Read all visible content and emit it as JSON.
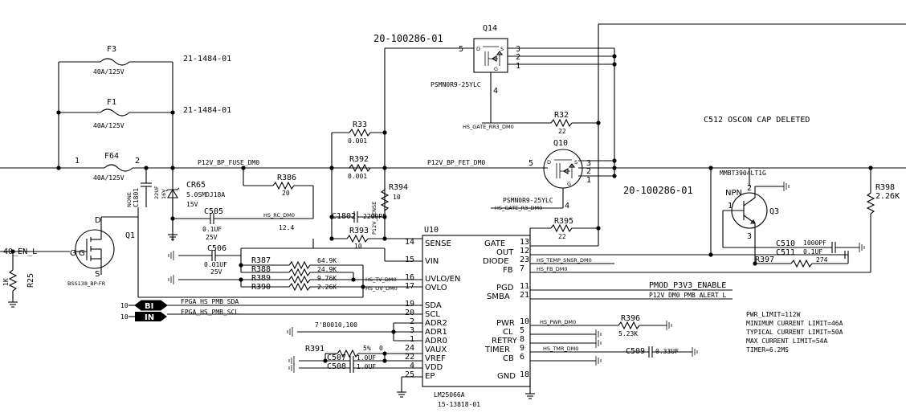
{
  "fuses": {
    "F3": {
      "ref": "F3",
      "rating": "40A/125V",
      "part": "21-1484-01"
    },
    "F1": {
      "ref": "F1",
      "rating": "40A/125V",
      "part": "21-1484-01"
    },
    "F64": {
      "ref": "F64",
      "rating": "40A/125V",
      "pin1": "1",
      "pin2": "2"
    }
  },
  "nets": {
    "fuse": "P12V_BP_FUSE_DM0",
    "fet": "P12V_BP_FET_DM0",
    "rr3_gate": "HS_GATE_RR3_DM0",
    "r3_gate": "HS_GATE_R3_DM0",
    "rc": "HS_RC_DM0",
    "sense": "P12V_SENSE",
    "en": "40_EN_L",
    "sda": "FPGA_HS_PMB_SDA",
    "scl": "FPGA_HS_PMB_SCL",
    "tv": "HS_TV_DM0",
    "ov": "HS_OV_DM0",
    "temp": "HS_TEMP_SNSR_DM0",
    "fb": "HS_FB_DM0",
    "pgd": "PMOD_P3V3_ENABLE",
    "smba": "P12V_DM0_PMB_ALERT_L",
    "pwr": "HS_PWR_DM0",
    "tmr": "HS_TMR_DM0",
    "addr": "7'B0010,100",
    "sda_num": "10",
    "scl_num": "10"
  },
  "q14": {
    "ref": "Q14",
    "part": "20-100286-01",
    "model": "PSMN0R9-25YLC",
    "p5": "5",
    "p4": "4",
    "p3": "3",
    "p2": "2",
    "p1": "1",
    "d": "D",
    "s": "S",
    "g": "G"
  },
  "q10": {
    "ref": "Q10",
    "part": "20-100286-01",
    "model": "PSMN0R9-25YLC",
    "p5": "5",
    "p4": "4",
    "p3": "3",
    "p2": "2",
    "p1": "1",
    "d": "D",
    "s": "S",
    "g": "G"
  },
  "q1": {
    "ref": "Q1",
    "model": "BSS138_BP-FR",
    "d": "D",
    "g": "G",
    "s": "S",
    "g2": "G"
  },
  "q3": {
    "ref": "Q3",
    "type": "NPN",
    "model": "MMBT3904LT1G",
    "p1": "1",
    "p2": "2",
    "p3": "3"
  },
  "parts": {
    "r33": {
      "ref": "R33",
      "val": "0.001"
    },
    "r392": {
      "ref": "R392",
      "val": "0.001"
    },
    "r386": {
      "ref": "R386",
      "val": "20"
    },
    "r394": {
      "ref": "R394",
      "val": "10"
    },
    "r393": {
      "ref": "R393",
      "val": "10"
    },
    "r32": {
      "ref": "R32",
      "val": "22"
    },
    "r395": {
      "ref": "R395",
      "val": "22"
    },
    "r387": {
      "ref": "R387",
      "val": "64.9K"
    },
    "r388": {
      "ref": "R388",
      "val": "24.9K"
    },
    "r389": {
      "ref": "R389",
      "val": "9.76K"
    },
    "r390": {
      "ref": "R390",
      "val": "2.26K"
    },
    "r397": {
      "ref": "R397",
      "val": "274"
    },
    "r398": {
      "ref": "R398",
      "val": "2.26K"
    },
    "r396": {
      "ref": "R396",
      "val": "5.23K"
    },
    "r391": {
      "ref": "R391",
      "val": "0",
      "tol": "5%"
    },
    "r25": {
      "ref": "R25",
      "val": "1K"
    },
    "c505": {
      "ref": "C505",
      "val": "0.1UF",
      "v": "25V",
      "extra": "12.4"
    },
    "c506": {
      "ref": "C506",
      "val": "0.01UF",
      "v": "25V"
    },
    "c1801": {
      "ref": "C1801",
      "val": "22UF",
      "v": "16V",
      "dnp": "NONE"
    },
    "c1802": {
      "ref": "C1802",
      "val": "2200PF"
    },
    "c510": {
      "ref": "C510",
      "val": "1000PF"
    },
    "c511": {
      "ref": "C511",
      "val": "0.1UF"
    },
    "c507": {
      "ref": "C507",
      "val": "1.0UF"
    },
    "c508": {
      "ref": "C508",
      "val": "1.0UF"
    },
    "c509": {
      "ref": "C509",
      "val": "0.33UF"
    },
    "cr65": {
      "ref": "CR65",
      "val": "5.0SMDJ18A",
      "v": "15V"
    }
  },
  "u10": {
    "ref": "U10",
    "part": "LM25066A",
    "pn": "15-13818-01",
    "left_pins": [
      {
        "num": "14",
        "name": "SENSE"
      },
      {
        "num": "15",
        "name": "VIN"
      },
      {
        "num": "16",
        "name": "UVLO/EN"
      },
      {
        "num": "17",
        "name": "OVLO"
      },
      {
        "num": "19",
        "name": "SDA"
      },
      {
        "num": "20",
        "name": "SCL"
      },
      {
        "num": "2",
        "name": "ADR2"
      },
      {
        "num": "3",
        "name": "ADR1"
      },
      {
        "num": "1",
        "name": "ADR0"
      },
      {
        "num": "24",
        "name": "VAUX"
      },
      {
        "num": "22",
        "name": "VREF"
      },
      {
        "num": "4",
        "name": "VDD"
      },
      {
        "num": "25",
        "name": "EP"
      }
    ],
    "right_pins": [
      {
        "num": "13",
        "name": "GATE"
      },
      {
        "num": "12",
        "name": "OUT"
      },
      {
        "num": "23",
        "name": "DIODE"
      },
      {
        "num": "7",
        "name": "FB"
      },
      {
        "num": "11",
        "name": "PGD"
      },
      {
        "num": "21",
        "name": "SMBA"
      },
      {
        "num": "10",
        "name": "PWR"
      },
      {
        "num": "5",
        "name": "CL"
      },
      {
        "num": "8",
        "name": "RETRY"
      },
      {
        "num": "9",
        "name": "TIMER"
      },
      {
        "num": "6",
        "name": "CB"
      },
      {
        "num": "18",
        "name": "GND"
      }
    ]
  },
  "ports": {
    "bi": "BI",
    "in": "IN"
  },
  "notes": {
    "deleted": "C512 OSCON CAP DELETED",
    "pwr_limit": "PWR_LIMIT=112W",
    "min_current": "MINIMUM CURRENT LIMIT=46A",
    "typ_current": "TYPICAL CURRENT LIMIT=50A",
    "max_current": "MAX CURRENT LIMIT=54A",
    "timer": "TIMER=6.2MS"
  }
}
